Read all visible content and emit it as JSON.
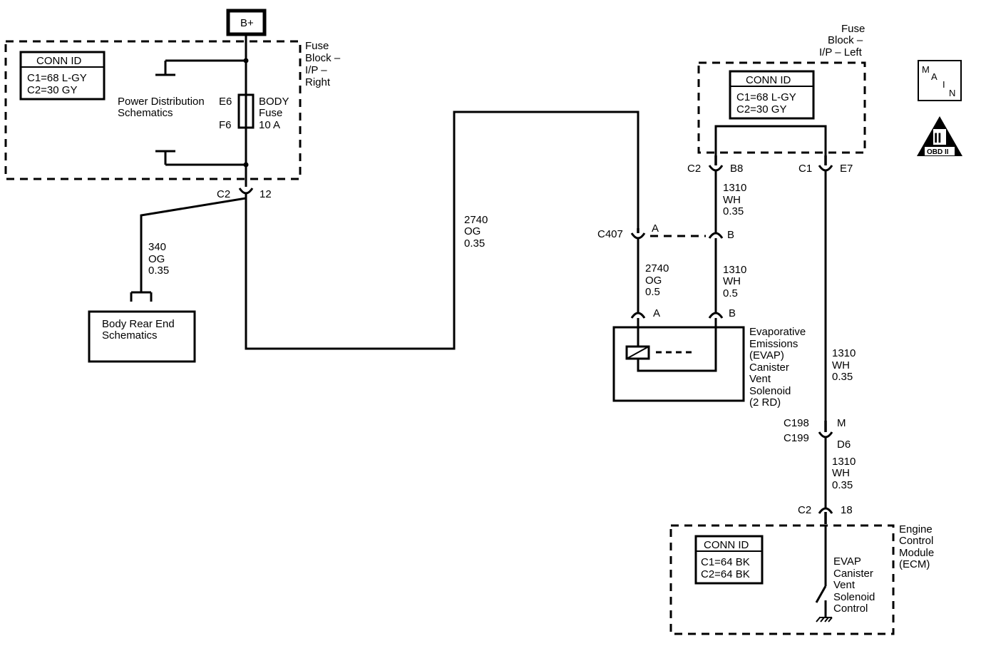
{
  "battery": {
    "label": "B+"
  },
  "fuse_block_right": {
    "title": [
      "Fuse",
      "Block –",
      "I/P –",
      "Right"
    ],
    "conn_id": {
      "header": "CONN ID",
      "lines": [
        "C1=68 L-GY",
        "C2=30 GY"
      ]
    },
    "power_distribution": [
      "Power Distribution",
      "Schematics"
    ],
    "fuse": {
      "top_pin": "E6",
      "bottom_pin": "F6",
      "name": [
        "BODY",
        "Fuse",
        "10 A"
      ]
    },
    "connector": {
      "name": "C2",
      "pin": "12"
    }
  },
  "wire_340": [
    "340",
    "OG",
    "0.35"
  ],
  "body_rear_end": [
    "Body Rear End",
    "Schematics"
  ],
  "wire_2740_long": [
    "2740",
    "OG",
    "0.35"
  ],
  "fuse_block_left": {
    "title": [
      "Fuse",
      "Block –",
      "I/P – Left"
    ],
    "conn_id": {
      "header": "CONN ID",
      "lines": [
        "C1=68 L-GY",
        "C2=30 GY"
      ]
    },
    "conn_c2": {
      "name": "C2",
      "pin": "B8"
    },
    "conn_c1": {
      "name": "C1",
      "pin": "E7"
    }
  },
  "wire_1310_top": [
    "1310",
    "WH",
    "0.35"
  ],
  "c407": {
    "name": "C407",
    "pin_a": "A",
    "pin_b": "B"
  },
  "wire_2740_short": [
    "2740",
    "OG",
    "0.5"
  ],
  "wire_1310_mid": [
    "1310",
    "WH",
    "0.5"
  ],
  "solenoid_conn": {
    "pin_a": "A",
    "pin_b": "B"
  },
  "evap_solenoid": [
    "Evaporative",
    "Emissions",
    "(EVAP)",
    "Canister",
    "Vent",
    "Solenoid",
    "(2 RD)"
  ],
  "wire_1310_right1": [
    "1310",
    "WH",
    "0.35"
  ],
  "c198_c199": {
    "top_name": "C198",
    "top_pin": "M",
    "bottom_name": "C199",
    "bottom_pin": "D6"
  },
  "wire_1310_right2": [
    "1310",
    "WH",
    "0.35"
  ],
  "ecm_conn": {
    "name": "C2",
    "pin": "18"
  },
  "ecm": {
    "title": [
      "Engine",
      "Control",
      "Module",
      "(ECM)"
    ],
    "conn_id": {
      "header": "CONN ID",
      "lines": [
        "C1=64 BK",
        "C2=64 BK"
      ]
    },
    "control": [
      "EVAP",
      "Canister",
      "Vent",
      "Solenoid",
      "Control"
    ]
  },
  "main_badge": {
    "letters": [
      "M",
      "A",
      "I",
      "N"
    ]
  },
  "obd_badge": {
    "numeral": "II",
    "label": "OBD II"
  }
}
